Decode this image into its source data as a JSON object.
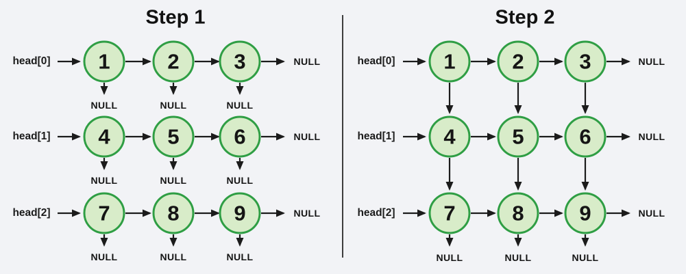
{
  "colors": {
    "background": "#f2f3f6",
    "node_fill": "#d8ecc9",
    "node_stroke": "#2f9e44",
    "arrow": "#1b1b1b",
    "divider": "#3d3d3d"
  },
  "panels": [
    {
      "title": "Step 1",
      "heads": [
        "head[0]",
        "head[1]",
        "head[2]"
      ],
      "nodes": [
        [
          "1",
          "2",
          "3"
        ],
        [
          "4",
          "5",
          "6"
        ],
        [
          "7",
          "8",
          "9"
        ]
      ],
      "tail_labels": [
        "NULL",
        "NULL",
        "NULL"
      ],
      "null_labels": [
        [
          "NULL",
          "NULL",
          "NULL"
        ],
        [
          "NULL",
          "NULL",
          "NULL"
        ],
        [
          "NULL",
          "NULL",
          "NULL"
        ]
      ]
    },
    {
      "title": "Step 2",
      "heads": [
        "head[0]",
        "head[1]",
        "head[2]"
      ],
      "nodes": [
        [
          "1",
          "2",
          "3"
        ],
        [
          "4",
          "5",
          "6"
        ],
        [
          "7",
          "8",
          "9"
        ]
      ],
      "tail_labels": [
        "NULL",
        "NULL",
        "NULL"
      ],
      "bottom_null_labels": [
        "NULL",
        "NULL",
        "NULL"
      ]
    }
  ]
}
